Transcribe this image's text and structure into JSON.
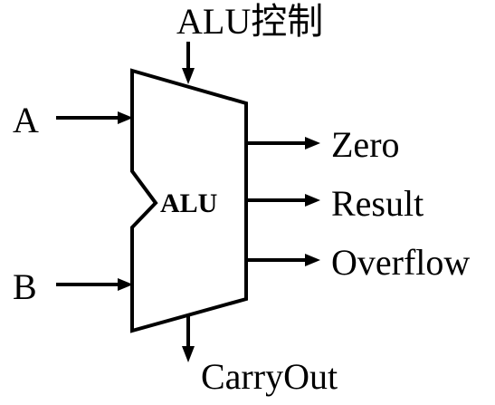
{
  "diagram": {
    "block_label": "ALU",
    "inputs": {
      "a": "A",
      "b": "B"
    },
    "control": "ALU控制",
    "outputs": {
      "zero": "Zero",
      "result": "Result",
      "overflow": "Overflow",
      "carry_out": "CarryOut"
    }
  }
}
